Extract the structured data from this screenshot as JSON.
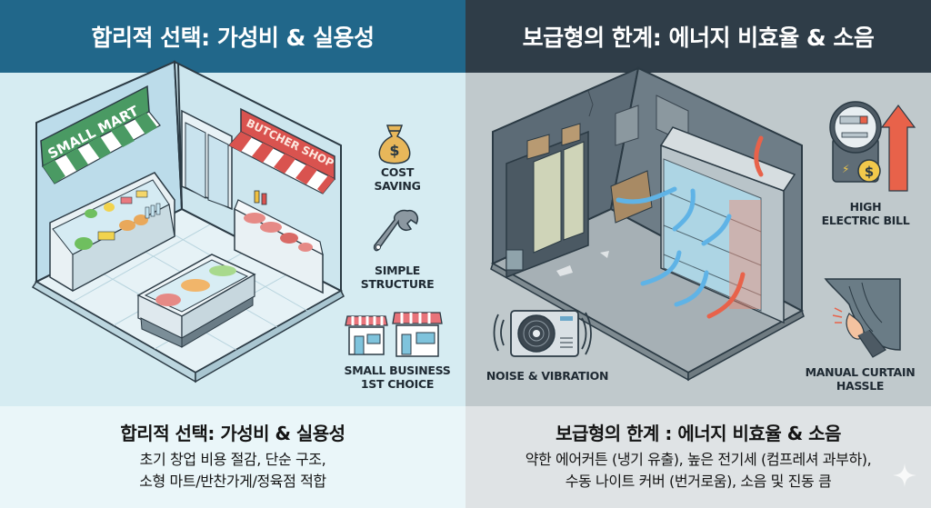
{
  "left": {
    "header_title": "합리적 선택: 가성비 & 실용성",
    "scene": {
      "signs": {
        "small_mart": "SMALL MART",
        "butcher_shop": "BUTCHER SHOP"
      },
      "features": [
        {
          "icon": "money-bag-icon",
          "line1": "COST",
          "line2": "SAVING"
        },
        {
          "icon": "wrench-icon",
          "line1": "SIMPLE",
          "line2": "STRUCTURE"
        },
        {
          "icon": "storefront-icon",
          "line1": "SMALL BUSINESS",
          "line2": "1ST CHOICE"
        }
      ]
    },
    "footer": {
      "title": "합리적 선택: 가성비 & 실용성",
      "lines": [
        "초기 창업 비용 절감, 단순 구조,",
        "소형 마트/반찬가게/정육점 적합"
      ]
    },
    "colors": {
      "header": "#21678a",
      "scene": "#d6ecf2",
      "footer": "#eaf6f9",
      "mart_green": "#4a9a63",
      "butcher_red": "#d9534f"
    }
  },
  "right": {
    "header_title": "보급형의 한계: 에너지 비효율 & 소음",
    "scene": {
      "features": [
        {
          "icon": "electric-meter-icon",
          "line1": "HIGH",
          "line2": "ELECTRIC BILL"
        },
        {
          "icon": "curtain-hand-icon",
          "line1": "MANUAL CURTAIN",
          "line2": "HASSLE"
        },
        {
          "icon": "condenser-unit-icon",
          "line1": "NOISE & VIBRATION"
        }
      ]
    },
    "footer": {
      "title": "보급형의 한계 : 에너지 비효율 & 소음",
      "lines": [
        "약한 에어커튼 (냉기 유출), 높은 전기세 (컴프레셔 과부하),",
        "수동 나이트 커버 (번거로움), 소음 및 진동 큼"
      ]
    },
    "colors": {
      "header": "#2f3d48",
      "scene": "#c0c9cc",
      "footer": "#dfe3e5",
      "cold_air": "#5fb3e6",
      "warm_air": "#e8624a"
    }
  }
}
